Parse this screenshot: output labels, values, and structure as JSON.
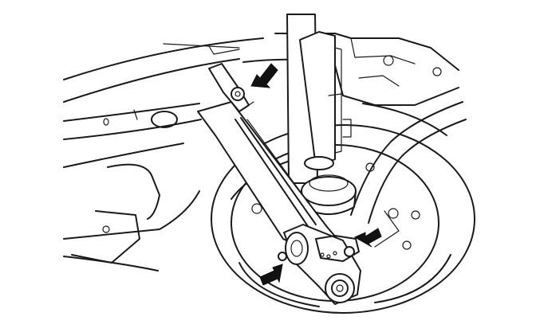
{
  "figure": {
    "background": "#ffffff",
    "line_color": "#1a1a1a",
    "arrow_color": "#111111",
    "callouts": [
      {
        "name": "upper-bolt-arrow",
        "points_to": "upper-mounting-bolt"
      },
      {
        "name": "lower-nut-arrow",
        "points_to": "lower-mounting-nut"
      },
      {
        "name": "lower-left-bolt-arrow",
        "points_to": "lower-bushing-bolt"
      }
    ]
  }
}
